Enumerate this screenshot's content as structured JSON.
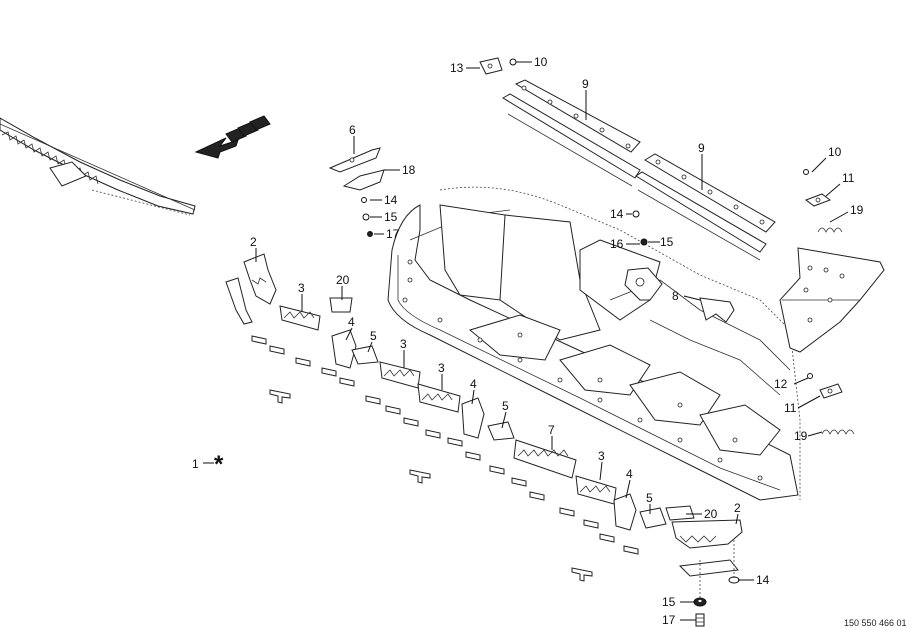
{
  "diagram": {
    "reference_number": "150 550 466 01",
    "callouts": {
      "c1": "1",
      "c2a": "2",
      "c2b": "2",
      "c3a": "3",
      "c3b": "3",
      "c3c": "3",
      "c3d": "3",
      "c4a": "4",
      "c4b": "4",
      "c4c": "4",
      "c5a": "5",
      "c5b": "5",
      "c5c": "5",
      "c6": "6",
      "c7": "7",
      "c8": "8",
      "c9a": "9",
      "c9b": "9",
      "c10a": "10",
      "c10b": "10",
      "c11a": "11",
      "c11b": "11",
      "c12": "12",
      "c13": "13",
      "c14a": "14",
      "c14b": "14",
      "c14c": "14",
      "c15a": "15",
      "c15b": "15",
      "c15c": "15",
      "c16": "16",
      "c17a": "17",
      "c17b": "17",
      "c18": "18",
      "c19a": "19",
      "c19b": "19",
      "c20a": "20",
      "c20b": "20"
    }
  }
}
